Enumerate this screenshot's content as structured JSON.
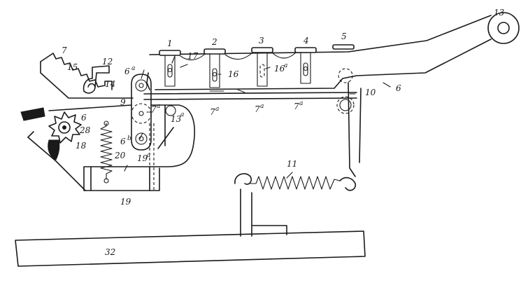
{
  "figure": {
    "labels": {
      "l1": "1",
      "l2": "2",
      "l3": "3",
      "l4": "4",
      "l5": "5",
      "l6": "6",
      "l6b": "6",
      "l6a": "6",
      "l6a_sup": "a",
      "l6b_main": "6",
      "l6b_sup": "b",
      "l7": "7",
      "l7a_1": "7",
      "l7a_2": "7",
      "l7a_3": "7",
      "l7a_4": "7",
      "l7a_sup": "a",
      "l9": "9",
      "l10": "10",
      "l11": "11",
      "l12": "12",
      "l13": "13",
      "l13_sup": "a",
      "l14": "14",
      "l15": "15",
      "l16": "16",
      "l16a": "16",
      "l16a_sup": "a",
      "l17": "17",
      "l18": "18",
      "l19": "19",
      "l19a": "19",
      "l19a_sup": "a",
      "l20": "20",
      "l28": "28",
      "l32": "32"
    }
  }
}
